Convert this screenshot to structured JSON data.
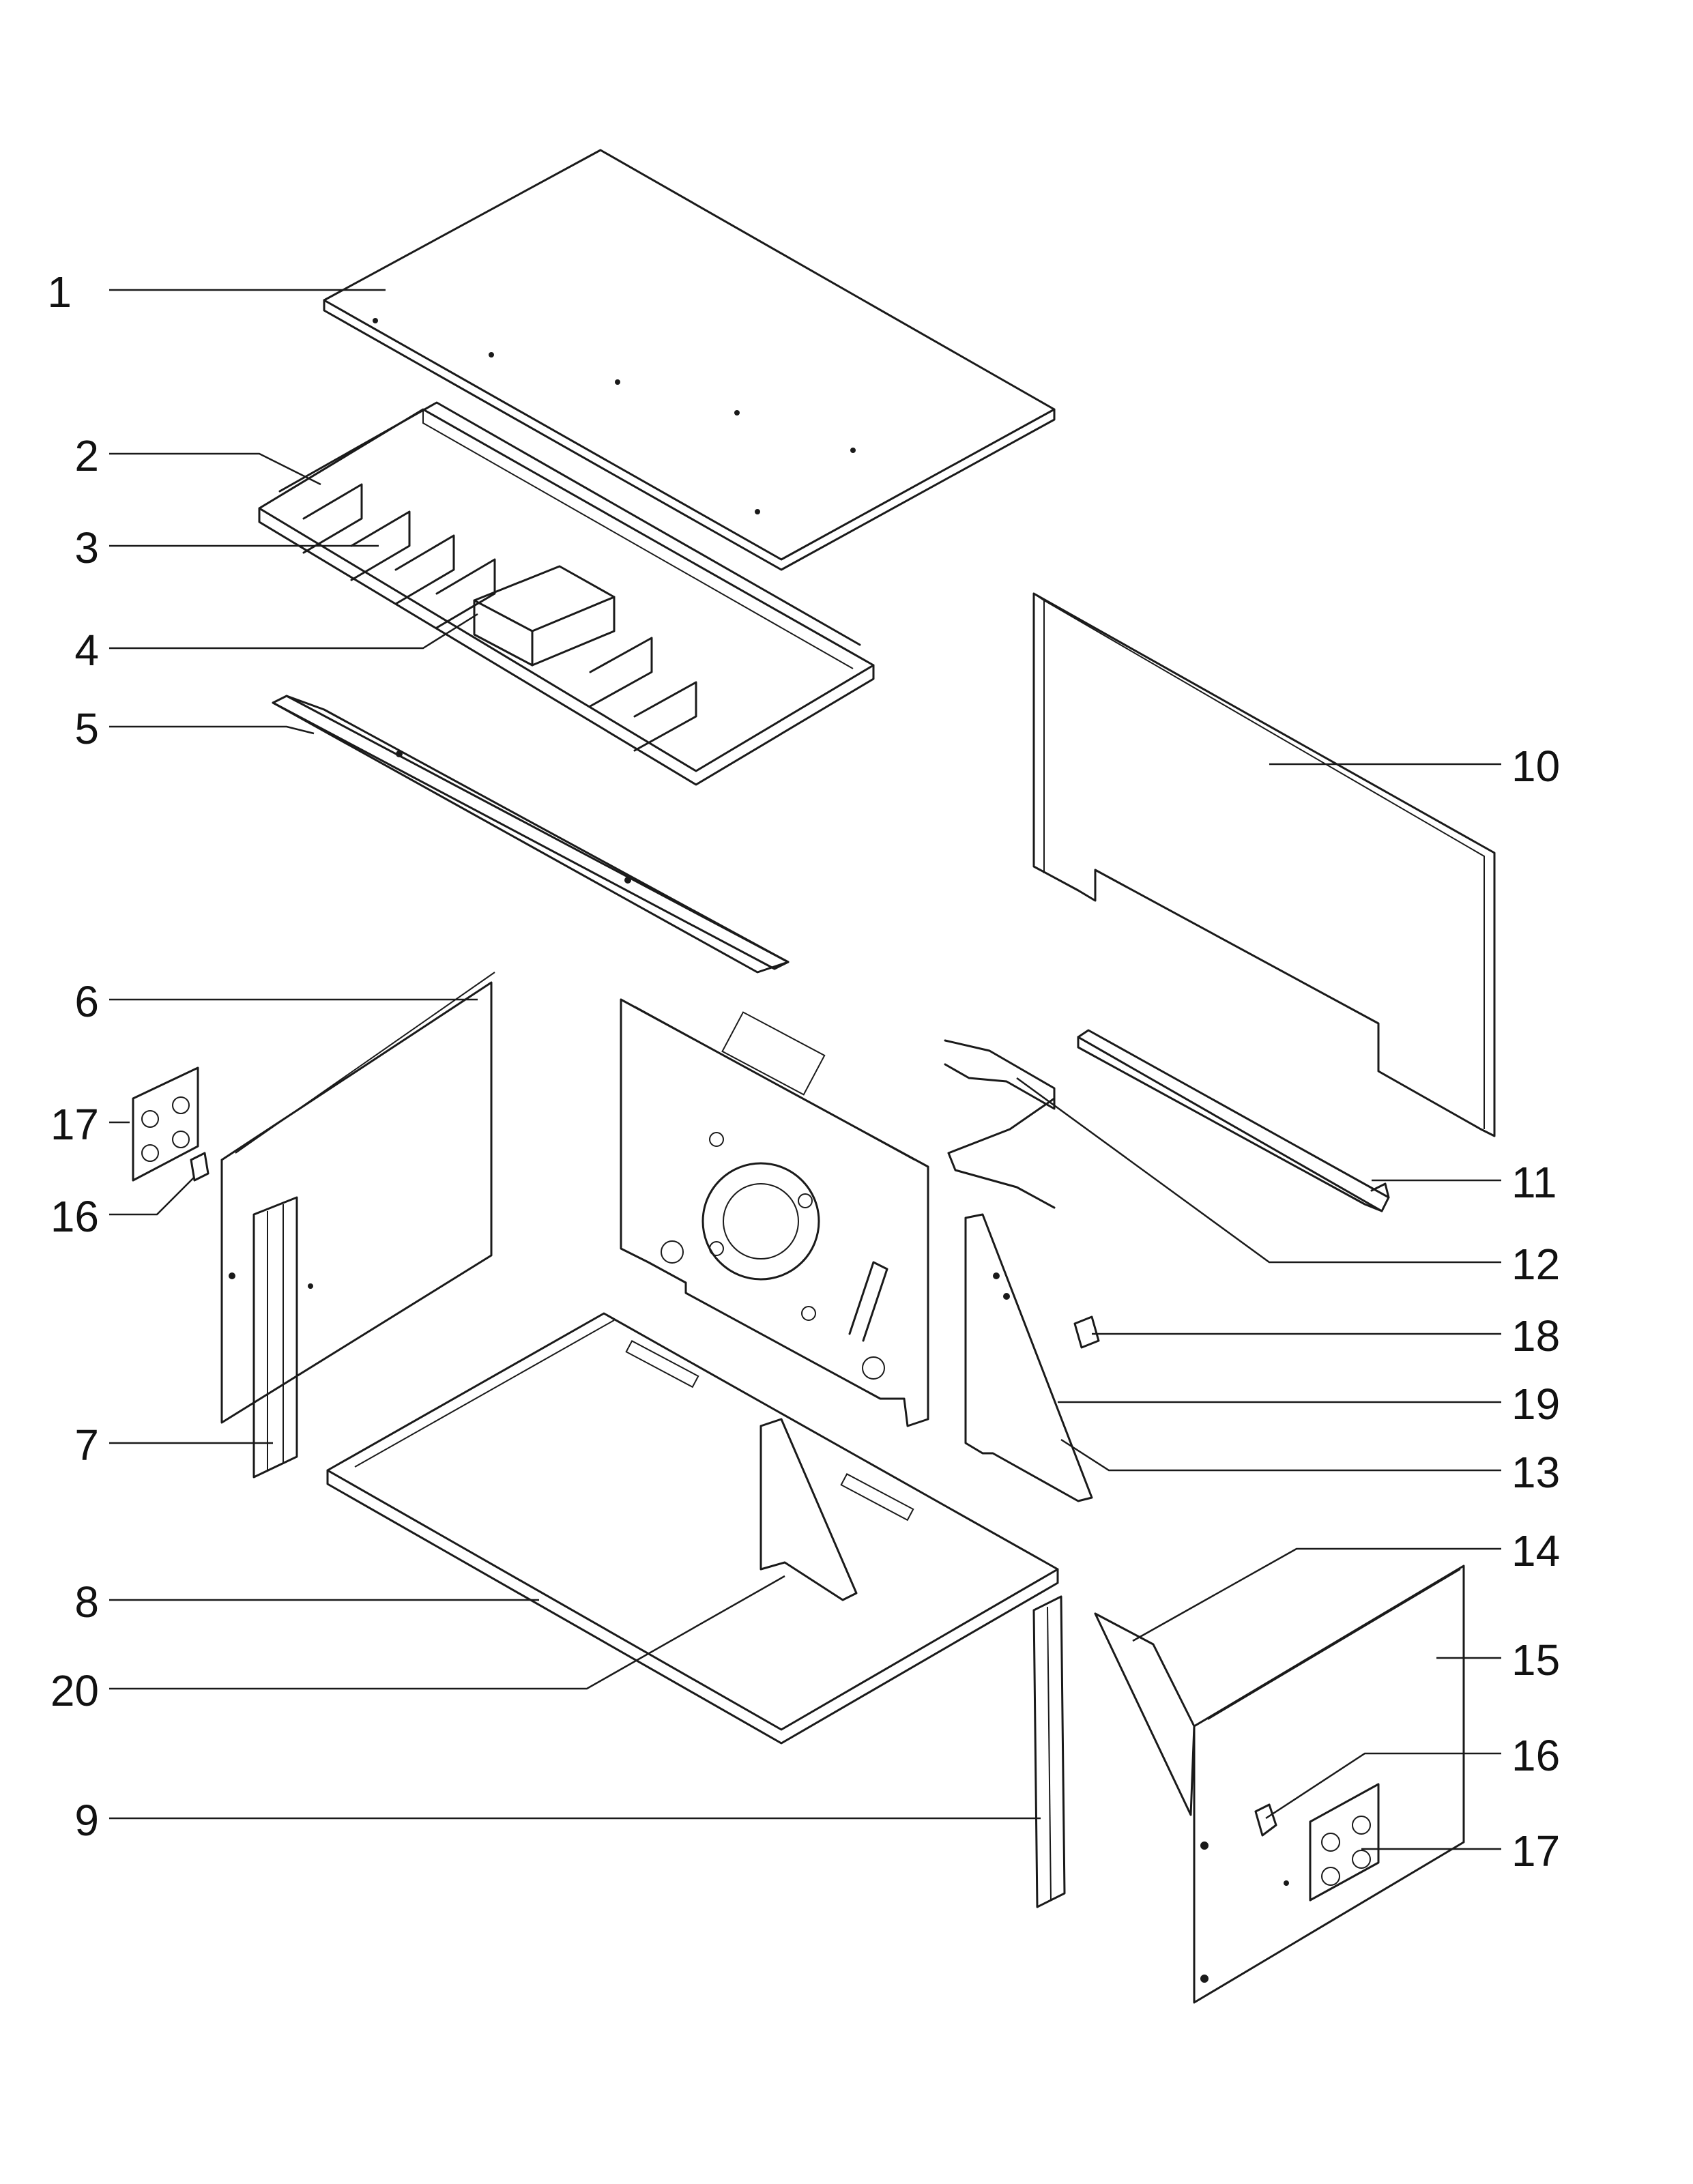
{
  "diagram": {
    "callouts": {
      "c1": "1",
      "c2": "2",
      "c3": "3",
      "c4": "4",
      "c5": "5",
      "c6": "6",
      "c7": "7",
      "c8": "8",
      "c9": "9",
      "c10": "10",
      "c11": "11",
      "c12": "12",
      "c13": "13",
      "c14": "14",
      "c15": "15",
      "c16_left": "16",
      "c16_right": "16",
      "c17_left": "17",
      "c17_right": "17",
      "c18": "18",
      "c19": "19",
      "c20": "20"
    }
  }
}
